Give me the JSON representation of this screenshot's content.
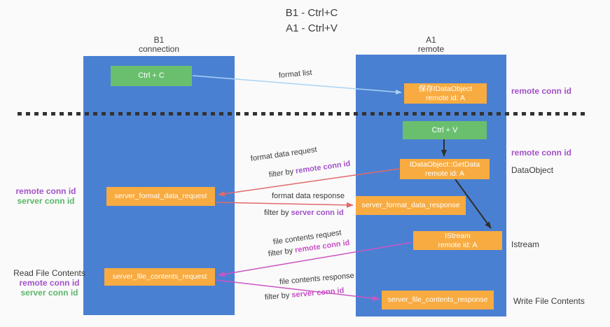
{
  "title": {
    "line1": "B1 - Ctrl+C",
    "line2": "A1 - Ctrl+V"
  },
  "lanes": {
    "left": {
      "title": "B1",
      "subtitle": "connection"
    },
    "right": {
      "title": "A1",
      "subtitle": "remote"
    }
  },
  "nodes": {
    "ctrl_c": "Ctrl + C",
    "ctrl_v": "Ctrl + V",
    "save_idataobject": {
      "line1": "保存IDataObject",
      "line2": "remote id: A"
    },
    "getdata": {
      "line1": "IDataObject::GetData",
      "line2": "remote id: A"
    },
    "istream": {
      "line1": "IStream",
      "line2": "remote id: A"
    },
    "server_format_data_request": "server_format_data_request",
    "server_format_data_response": "server_format_data_response",
    "server_file_contents_request": "server_file_contents_request",
    "server_file_contents_response": "server_file_contents_response"
  },
  "edge_labels": {
    "format_list": "format list",
    "format_data_request": "format data request",
    "format_data_response": "format data response",
    "file_contents_request": "file contents request",
    "file_contents_response": "file contents response",
    "filter_by": "filter by ",
    "remote_conn_id": "remote conn id",
    "server_conn_id": "server conn id"
  },
  "side_labels": {
    "right_remote_conn_id_top": "remote conn id",
    "right_remote_conn_id_mid": "remote conn id",
    "dataobject": "DataObject",
    "istream": "Istream",
    "write_file_contents": "Write File Contents",
    "left_remote_conn_id_top": "remote conn id",
    "left_server_conn_id_top": "server conn id",
    "read_file_contents": "Read File Contents",
    "left_remote_conn_id_bottom": "remote conn id",
    "left_server_conn_id_bottom": "server conn id"
  },
  "colors": {
    "lane_blue": "#4a80d2",
    "box_green": "#6abf6e",
    "box_orange": "#f8ab40",
    "arrow_light_blue": "#a9d3f2",
    "arrow_red": "#e06a6a",
    "arrow_magenta": "#cb55c5",
    "arrow_black": "#2e2e2e",
    "text_purple": "#a352c8",
    "text_green": "#5cb56a",
    "text_magenta": "#c750c7",
    "background": "#fafafa"
  }
}
